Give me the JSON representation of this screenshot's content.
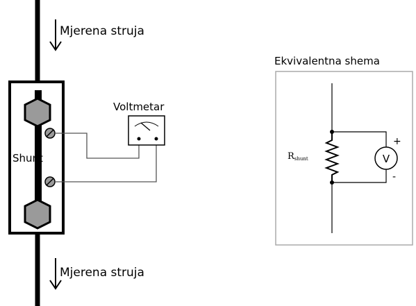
{
  "left_diagram": {
    "top_current_label": "Mjerena struja",
    "bottom_current_label": "Mjerena struja",
    "shunt_label": "Shunt",
    "voltmeter_label": "Voltmetar"
  },
  "right_diagram": {
    "title": "Ekvivalentna shema",
    "resistor_label": "R",
    "resistor_subscript": "shunt",
    "voltmeter_symbol": "V",
    "plus_sign": "+",
    "minus_sign": "-"
  }
}
